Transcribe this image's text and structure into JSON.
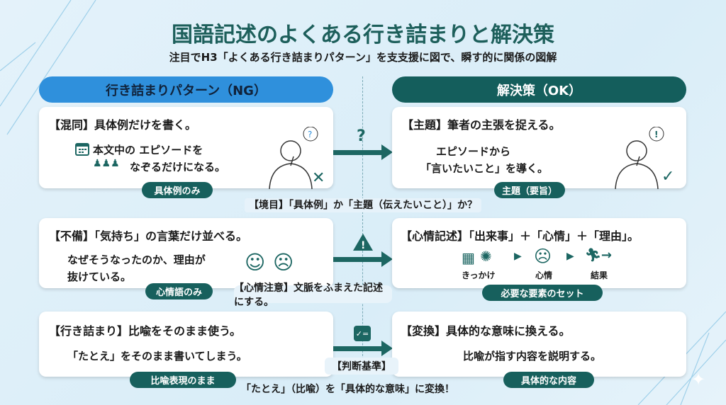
{
  "title": "国語記述のよくある行き詰まりと解決策",
  "subtitle": "注目でH3「よくある行き詰まりパターン」を支支援に図で、瞬す的に関係の図解",
  "headers": {
    "ng": "行き詰まりパターン（NG）",
    "ok": "解決策（OK）"
  },
  "rows": [
    {
      "ng_head": "【混同】具体例だけを書く。",
      "ng_line1": "本文中の エピソードを",
      "ng_line2": "なぞるだけになる。",
      "ng_tag": "具体例のみ",
      "mid_symbol": "?",
      "ok_head": "【主題】筆者の主張を捉える。",
      "ok_line1": "エピソードから",
      "ok_line2": "「言いたいこと」を導く。",
      "ok_tag": "主題（要旨）",
      "bubble_ng": "?",
      "bubble_ok": "!",
      "note": "【境目】「具体例」か「主題（伝えたいこと）」か？"
    },
    {
      "ng_head": "【不備】「気持ち」の言葉だけ並べる。",
      "ng_line1": "なぜそうなったのか、理由が",
      "ng_line2": "抜けている。",
      "ng_tag": "心情語のみ",
      "ok_head": "【心情記述】「出来事」＋「心情」＋「理由」。",
      "steps": [
        "きっかけ",
        "心情",
        "結果"
      ],
      "ok_tag": "必要な要素のセット",
      "note": "【心情注意】文脈をふまえた記述にする。"
    },
    {
      "ng_head": "【行き詰まり】比喩をそのまま使う。",
      "ng_line1": "「たとえ」をそのまま書いてしまう。",
      "ng_tag": "比喩表現のまま",
      "ok_head": "【変換】具体的な意味に換える。",
      "ok_line1": "比喩が指す内容を説明する。",
      "ok_tag": "具体的な内容",
      "note_head": "【判断基準】",
      "note": "「たとえ」（比喩）を「具体的な意味」に変換！"
    }
  ],
  "colors": {
    "ng": "#2f90dc",
    "ok": "#145e5c",
    "title": "#1d5f5b"
  }
}
